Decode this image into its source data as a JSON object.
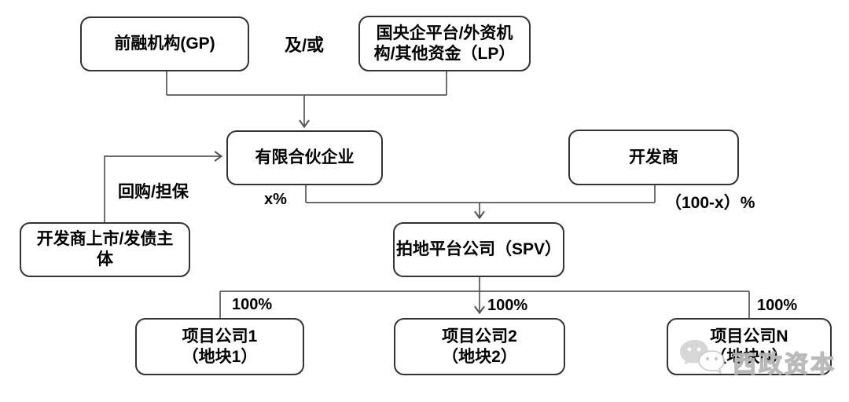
{
  "diagram": {
    "boxes": {
      "gp": {
        "lines": [
          "前融机构(GP)"
        ]
      },
      "lp": {
        "lines": [
          "国央企平台/外资机",
          "构/其他资金（LP）"
        ]
      },
      "partnership": {
        "lines": [
          "有限合伙企业"
        ]
      },
      "developer": {
        "lines": [
          "开发商"
        ]
      },
      "issuer": {
        "lines": [
          "开发商上市/发债主",
          "体"
        ]
      },
      "spv": {
        "lines": [
          "拍地平台公司（SPV）"
        ]
      },
      "project1": {
        "lines": [
          "项目公司1",
          "（地块1）"
        ]
      },
      "project2": {
        "lines": [
          "项目公司2",
          "（地块2）"
        ]
      },
      "projectN": {
        "lines": [
          "项目公司N",
          "（地块N）"
        ]
      }
    },
    "labels": {
      "and_or": "及/或",
      "buyback_guarantee": "回购/担保",
      "x_percent": "x%",
      "hundred_minus_x_percent": "（100-x）%",
      "hundred_percent_1": "100%",
      "hundred_percent_2": "100%",
      "hundred_percent_3": "100%"
    },
    "colors": {
      "background": "#ffffff",
      "box_border": "#333333",
      "connector_line": "#575757",
      "text": "#000000",
      "watermark": "#bdbdbd"
    }
  },
  "watermark": {
    "text": "西政资本"
  }
}
